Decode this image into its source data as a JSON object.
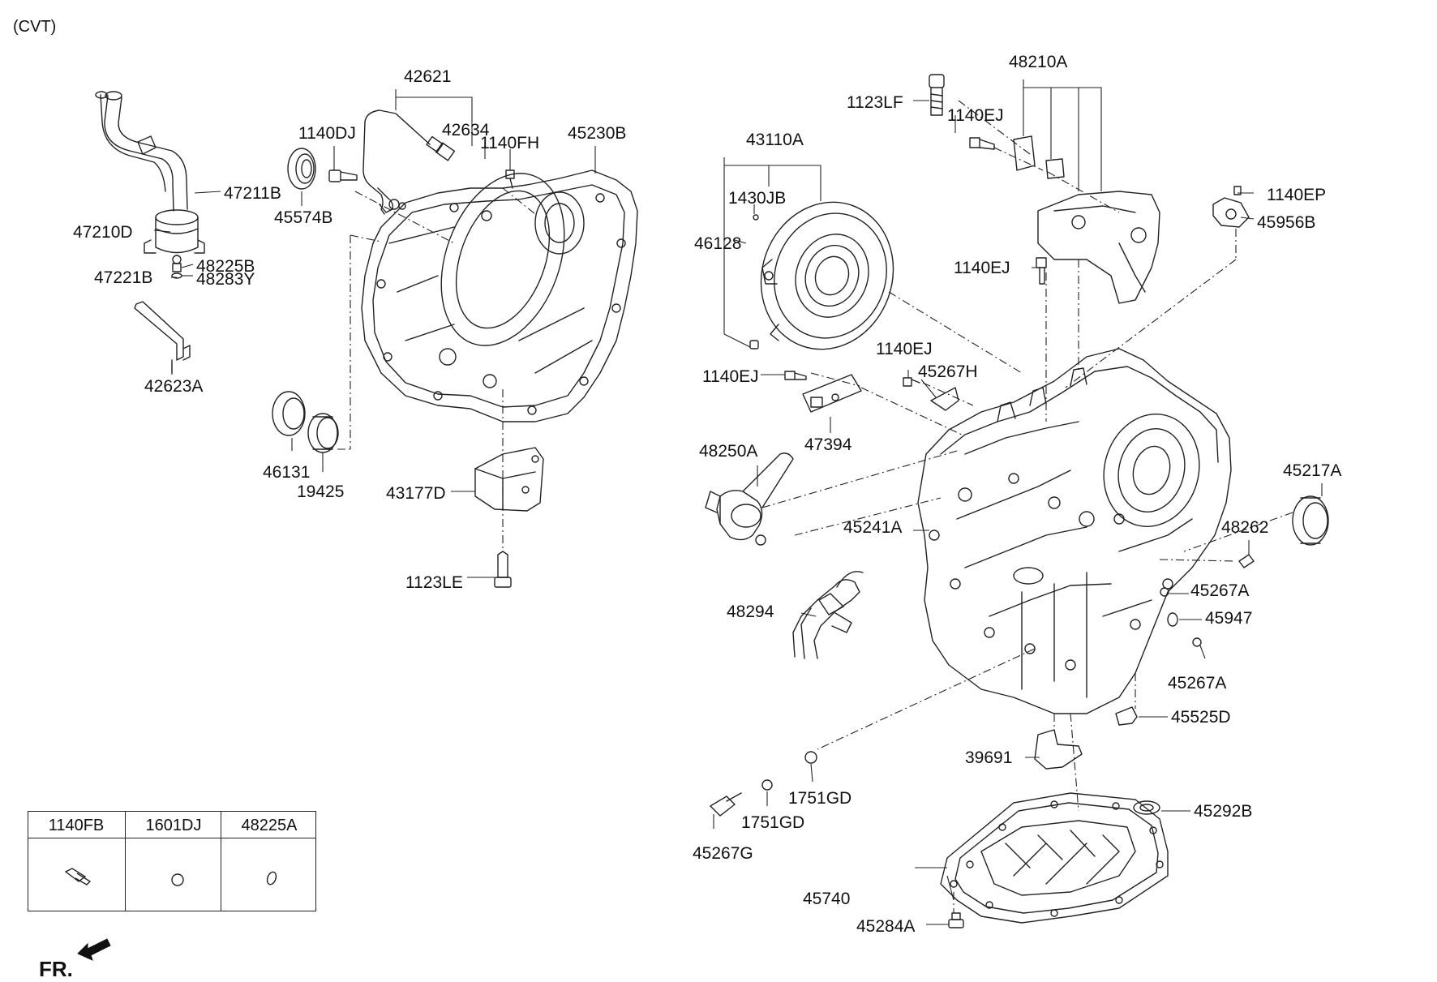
{
  "title": "(CVT)",
  "direction_label": "FR.",
  "parts": {
    "p42621": "42621",
    "p42634": "42634",
    "p1140DJ": "1140DJ",
    "p1140FH": "1140FH",
    "p45230B": "45230B",
    "p47211B": "47211B",
    "p45574B": "45574B",
    "p47210D": "47210D",
    "p48225B": "48225B",
    "p47221B": "47221B",
    "p48283Y": "48283Y",
    "p42623A": "42623A",
    "p46131": "46131",
    "p19425": "19425",
    "p43177D": "43177D",
    "p1123LE": "1123LE",
    "p48210A": "48210A",
    "p1123LF": "1123LF",
    "p1140EJ_a": "1140EJ",
    "p43110A": "43110A",
    "p1430JB": "1430JB",
    "p46128": "46128",
    "p1140EP": "1140EP",
    "p45956B": "45956B",
    "p1140EJ_b": "1140EJ",
    "p1140EJ_c": "1140EJ",
    "p1140EJ_d": "1140EJ",
    "p45267H": "45267H",
    "p47394": "47394",
    "p48250A": "48250A",
    "p45241A": "45241A",
    "p45217A": "45217A",
    "p48262": "48262",
    "p45267A_a": "45267A",
    "p45947": "45947",
    "p45267A_b": "45267A",
    "p48294": "48294",
    "p45525D": "45525D",
    "p39691": "39691",
    "p1751GD_a": "1751GD",
    "p1751GD_b": "1751GD",
    "p45267G": "45267G",
    "p45292B": "45292B",
    "p45740": "45740",
    "p45284A": "45284A"
  },
  "legend_table": {
    "headers": [
      "1140FB",
      "1601DJ",
      "48225A"
    ],
    "icons": [
      "bolt-icon",
      "ring-icon",
      "oval-seal-icon"
    ]
  },
  "colors": {
    "line": "#222222",
    "background": "#ffffff"
  }
}
